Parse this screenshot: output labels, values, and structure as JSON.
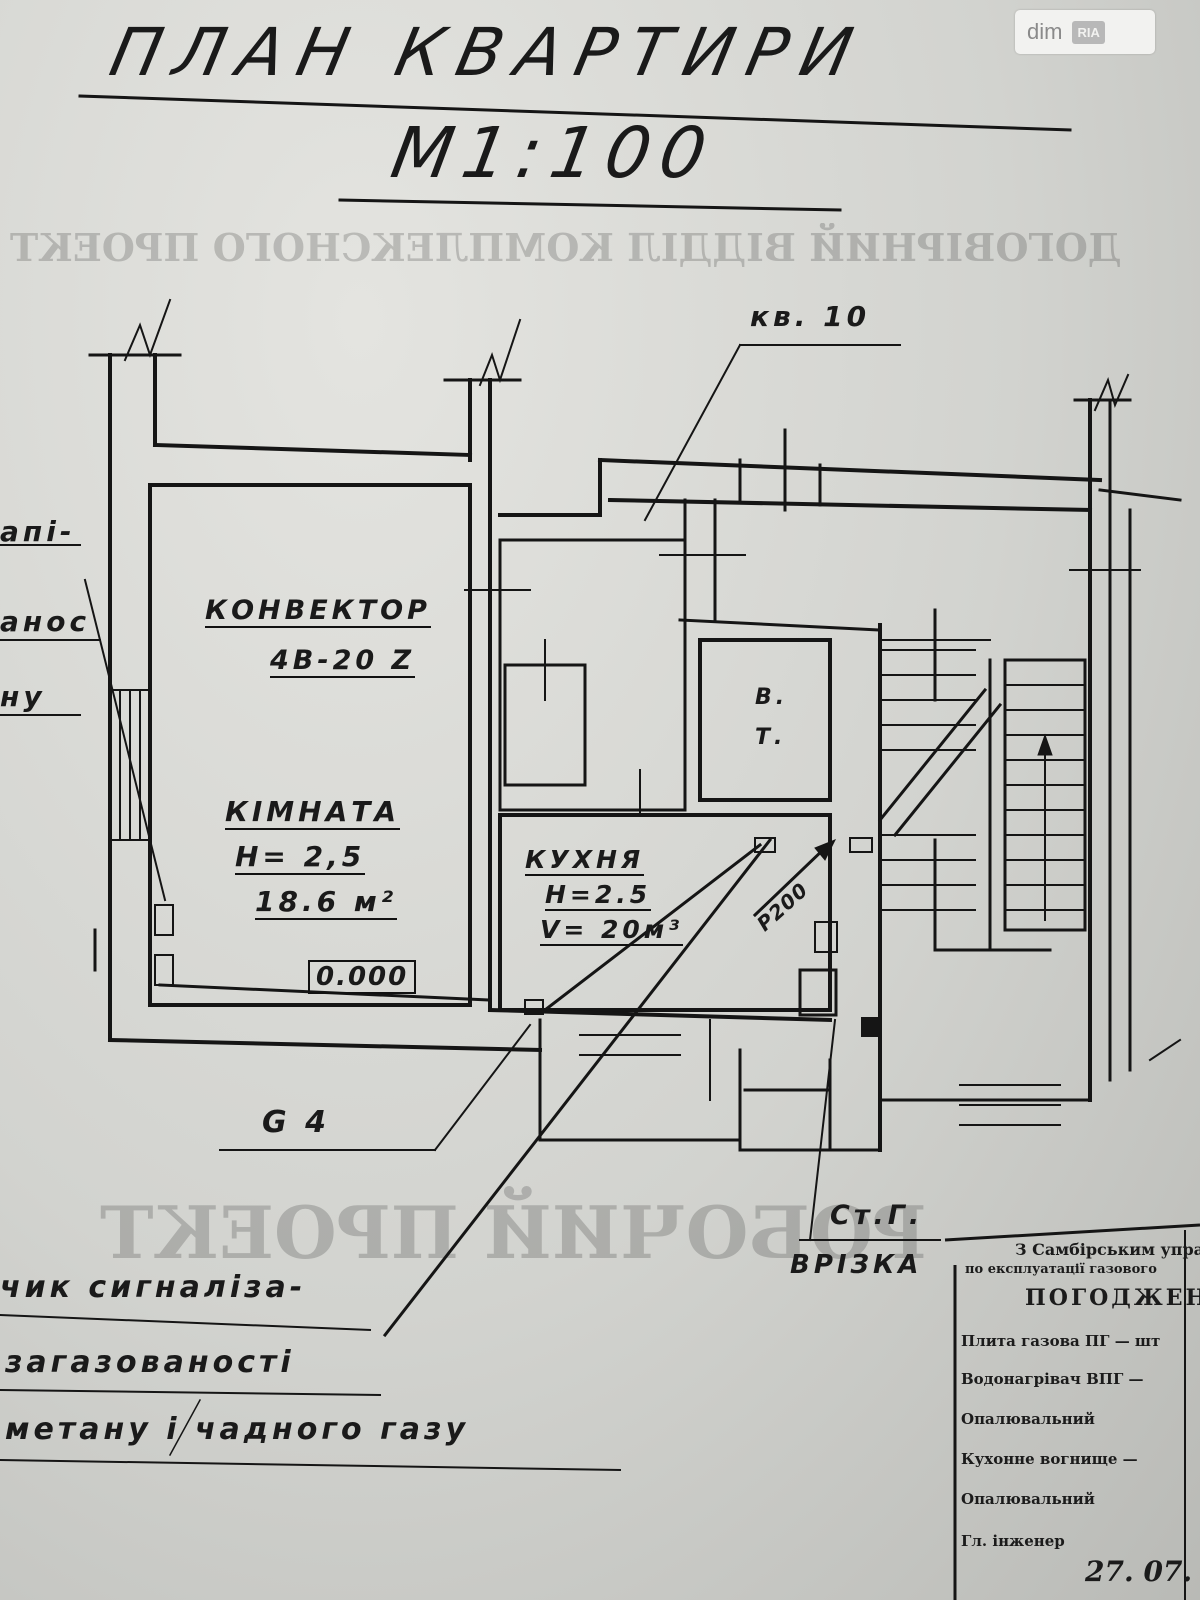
{
  "header": {
    "title": "ПЛАН КВАРТИРИ",
    "scale": "М1:100"
  },
  "watermark": {
    "brand": "dim",
    "badge": "RIA"
  },
  "rooms": {
    "apartment_ref": "кв. 10",
    "convector": "КОНВЕКТОР",
    "convector_model": "4В-20 Z",
    "room_name": "КІМНАТА",
    "room_height": "Н= 2,5",
    "room_area": "18.6 м²",
    "level_mark": "0.000",
    "bathroom_top": "В.",
    "bathroom_bottom": "Т.",
    "kitchen_name": "КУХНЯ",
    "kitchen_height": "Н=2.5",
    "kitchen_volume": "V= 20м³",
    "pipe": "Р200"
  },
  "labels": {
    "g4": "G 4",
    "riser": "Ст.Г.",
    "tie_in": "ВРІЗКА",
    "left_partial_1": "апі-",
    "left_partial_2": "анос",
    "left_partial_3": "ну",
    "sensor_line1": "чик сигналіза-",
    "sensor_line2": "загазованості",
    "sensor_line3": "метану і чадного газу"
  },
  "background_text": {
    "ghost_1": "ДОГОВІРНИЙ ВІДДІЛ КОМПЛЕКСНОГО ПРОЕКТ",
    "ghost_2": "РОБОЧИЙ ПРОЕКТ"
  },
  "stamp": {
    "line1": "З Самбірським упра",
    "line2": "по експлуатації газового",
    "line3": "ПОГОДЖЕН",
    "line4": "Плита газова ПГ — шт",
    "line5": "Водонагрівач ВПГ —",
    "line6": "Опалювальний",
    "line7": "Кухонне вогнище —",
    "line8": "Опалювальний",
    "line9": "Гл. інженер",
    "date": "27. 07."
  }
}
